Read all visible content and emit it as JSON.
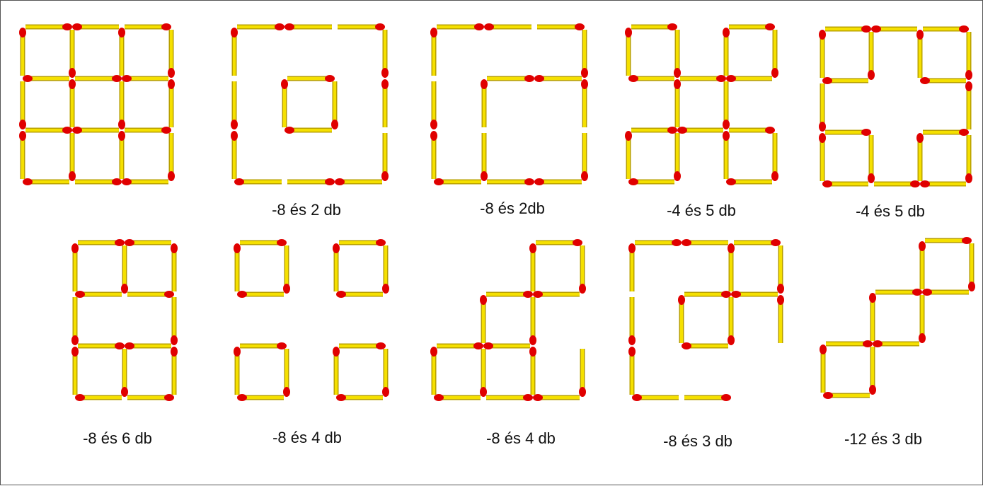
{
  "colors": {
    "match_body": "#F5E000",
    "match_edge": "#B8A000",
    "match_head": "#E00000"
  },
  "figures": [
    {
      "id": "start",
      "caption": "",
      "sticks": [
        "h 0 0",
        "h 1 0",
        "h 2 0",
        "h 0 1",
        "h 1 1",
        "h 2 1",
        "h 0 2",
        "h 1 2",
        "h 2 2",
        "h 0 3",
        "h 1 3",
        "h 2 3",
        "v 0 0",
        "v 1 0",
        "v 2 0",
        "v 3 0",
        "v 0 1",
        "v 1 1",
        "v 2 1",
        "v 3 1",
        "v 0 2",
        "v 1 2",
        "v 2 2",
        "v 3 2"
      ]
    },
    {
      "id": "fig-1",
      "caption": "-8 és 2 db",
      "sticks": [
        "h 0 0",
        "h 1 0",
        "h 2 0",
        "h 1 1",
        "h 1 2",
        "h 0 3",
        "h 1 3",
        "h 2 3",
        "v 0 0",
        "v 3 0",
        "v 0 1",
        "v 1 1",
        "v 2 1",
        "v 3 1",
        "v 0 2",
        "v 3 2"
      ]
    },
    {
      "id": "fig-2",
      "caption": "-8 és 2db",
      "sticks": [
        "h 0 0",
        "h 1 0",
        "h 2 0",
        "h 1 1",
        "h 2 1",
        "h 0 3",
        "h 1 3",
        "h 2 3",
        "v 0 0",
        "v 3 0",
        "v 0 1",
        "v 1 1",
        "v 3 1",
        "v 0 2",
        "v 1 2",
        "v 3 2"
      ]
    },
    {
      "id": "fig-3",
      "caption": "-4 és 5 db",
      "sticks": [
        "h 0 0",
        "h 2 0",
        "h 0 1",
        "h 1 1",
        "h 2 1",
        "h 0 2",
        "h 1 2",
        "h 2 2",
        "h 0 3",
        "h 2 3",
        "v 0 0",
        "v 1 0",
        "v 2 0",
        "v 3 0",
        "v 1 1",
        "v 2 1",
        "v 0 2",
        "v 1 2",
        "v 2 2",
        "v 3 2"
      ]
    },
    {
      "id": "fig-4",
      "caption": "-4 és 5 db",
      "sticks": [
        "h 0 0",
        "h 1 0",
        "h 2 0",
        "h 0 1",
        "h 2 1",
        "h 0 2",
        "h 2 2",
        "h 0 3",
        "h 1 3",
        "h 2 3",
        "v 0 0",
        "v 1 0",
        "v 2 0",
        "v 3 0",
        "v 0 1",
        "v 3 1",
        "v 0 2",
        "v 1 2",
        "v 2 2",
        "v 3 2"
      ]
    },
    {
      "id": "fig-5",
      "caption": "-8 és 6 db",
      "sticks": [
        "h 0 0",
        "h 1 0",
        "h 0 1",
        "h 1 1",
        "h 0 2",
        "h 1 2",
        "h 0 3",
        "h 1 3",
        "v 0 0",
        "v 1 0",
        "v 2 0",
        "v 0 1",
        "v 2 1",
        "v 0 2",
        "v 1 2",
        "v 2 2"
      ]
    },
    {
      "id": "fig-6",
      "caption": "-8 és 4 db",
      "sticks": [
        "h 0 0",
        "h 2 0",
        "h 0 1",
        "h 2 1",
        "h 0 2",
        "h 2 2",
        "h 0 3",
        "h 2 3",
        "v 0 0",
        "v 1 0",
        "v 2 0",
        "v 3 0",
        "v 0 2",
        "v 1 2",
        "v 2 2",
        "v 3 2"
      ]
    },
    {
      "id": "fig-7",
      "caption": "-8 és 4 db",
      "sticks": [
        "h 2 0",
        "h 1 1",
        "h 2 1",
        "h 0 2",
        "h 1 2",
        "h 0 3",
        "h 1 3",
        "h 2 3",
        "v 2 0",
        "v 3 0",
        "v 1 1",
        "v 2 1",
        "v 0 2",
        "v 1 2",
        "v 2 2",
        "v 3 2"
      ]
    },
    {
      "id": "fig-8",
      "caption": "-8 és 3 db",
      "sticks": [
        "h 0 0",
        "h 1 0",
        "h 2 0",
        "h 1 1",
        "h 2 1",
        "h 1 2",
        "h 0 3",
        "h 1 3",
        "v 0 0",
        "v 2 0",
        "v 3 0",
        "v 0 1",
        "v 1 1",
        "v 2 1",
        "v 3 1",
        "v 0 2"
      ]
    },
    {
      "id": "fig-9",
      "caption": "-12 és 3 db",
      "sticks": [
        "h 2 0",
        "h 1 1",
        "h 2 1",
        "h 0 2",
        "h 1 2",
        "h 0 3",
        "v 2 0",
        "v 3 0",
        "v 1 1",
        "v 2 1",
        "v 0 2",
        "v 1 2"
      ]
    }
  ]
}
